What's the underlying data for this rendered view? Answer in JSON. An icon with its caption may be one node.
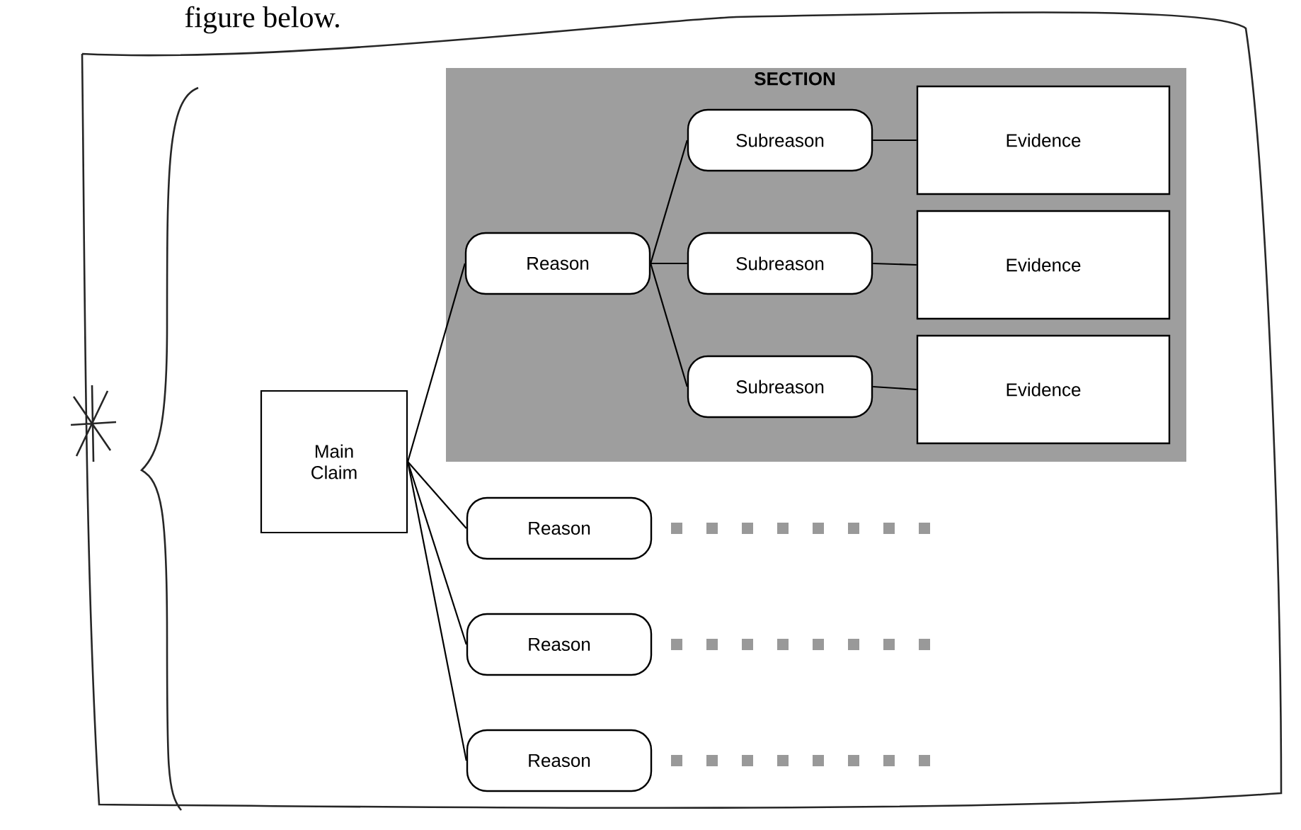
{
  "diagram": {
    "nodes": [
      {
        "text": [
          "Main Claim"
        ]
      },
      {
        "text": [
          "SECTION"
        ]
      },
      {
        "text": [
          "Reason"
        ],
        "in": 1
      },
      {
        "text": [
          "Subreason"
        ],
        "in": 1
      },
      {
        "text": [
          "Subreason"
        ],
        "in": 1
      },
      {
        "text": [
          "Subreason"
        ],
        "in": 1
      },
      {
        "text": [
          "Evidence"
        ],
        "in": 1
      },
      {
        "text": [
          "Evidence"
        ],
        "in": 1
      },
      {
        "text": [
          "Evidence"
        ],
        "in": 1
      },
      {
        "text": [
          "Reason"
        ]
      },
      {
        "text": [
          "Reason"
        ]
      },
      {
        "text": [
          "Reason"
        ]
      }
    ],
    "edges": [
      {
        "from": 0,
        "to": 2,
        "arrow": "none"
      },
      {
        "from": 2,
        "to": 3,
        "arrow": "none"
      },
      {
        "from": 2,
        "to": 4,
        "arrow": "none"
      },
      {
        "from": 2,
        "to": 5,
        "arrow": "none"
      },
      {
        "from": 3,
        "to": 6,
        "arrow": "none"
      },
      {
        "from": 4,
        "to": 7,
        "arrow": "none"
      },
      {
        "from": 5,
        "to": 8,
        "arrow": "none"
      },
      {
        "from": 0,
        "to": 9,
        "arrow": "none"
      },
      {
        "from": 0,
        "to": 10,
        "arrow": "none"
      },
      {
        "from": 0,
        "to": 11,
        "arrow": "none"
      }
    ],
    "labels": [
      "figure below."
    ]
  }
}
